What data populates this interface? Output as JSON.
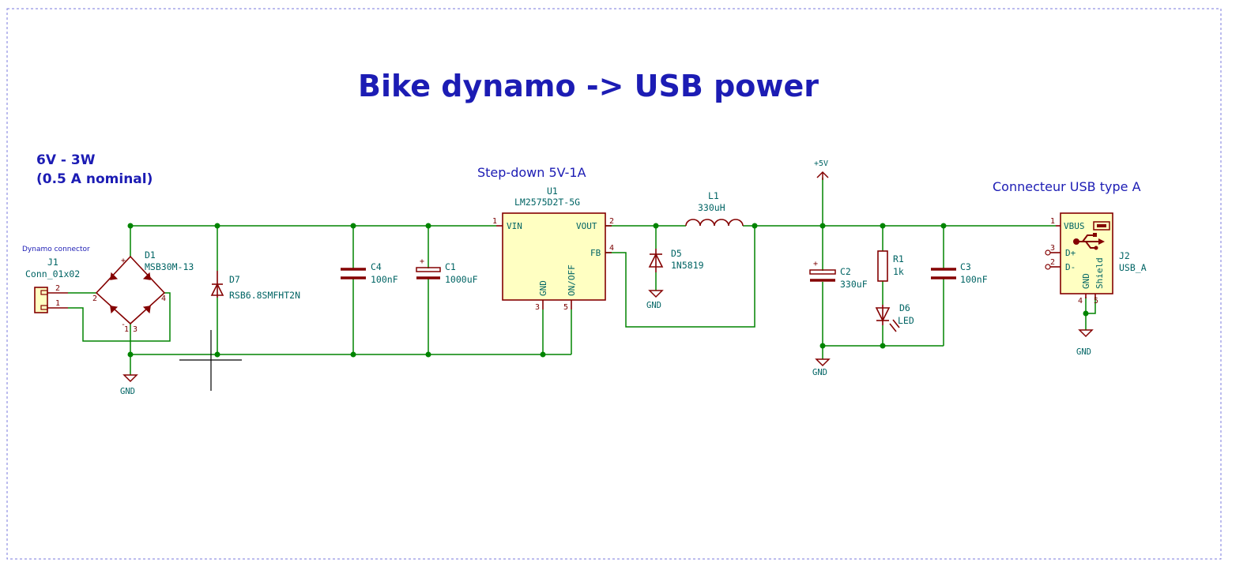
{
  "title": "Bike dynamo -> USB power",
  "notes": {
    "power_line1": "6V - 3W",
    "power_line2": "(0.5 A nominal)",
    "dynamo_connector": "Dynamo connector",
    "step_down": "Step-down 5V-1A",
    "usb_connector": "Connecteur USB type A"
  },
  "components": {
    "J1": {
      "ref": "J1",
      "value": "Conn_01x02",
      "pins": [
        "2",
        "1"
      ]
    },
    "D1": {
      "ref": "D1",
      "value": "MSB30M-13",
      "pins": [
        "2",
        "4",
        "1",
        "3"
      ],
      "plus": "+",
      "minus": "-"
    },
    "D7": {
      "ref": "D7",
      "value": "RSB6.8SMFHT2N"
    },
    "C4": {
      "ref": "C4",
      "value": "100nF"
    },
    "C1": {
      "ref": "C1",
      "value": "1000uF",
      "plus": "+"
    },
    "U1": {
      "ref": "U1",
      "value": "LM2575D2T-5G",
      "pin_names": {
        "vin": "VIN",
        "vout": "VOUT",
        "fb": "FB",
        "gnd": "GND",
        "onoff": "ON/OFF"
      },
      "pins": {
        "vin": "1",
        "vout": "2",
        "gnd": "3",
        "fb": "4",
        "onoff": "5"
      }
    },
    "L1": {
      "ref": "L1",
      "value": "330uH"
    },
    "D5": {
      "ref": "D5",
      "value": "1N5819"
    },
    "C2": {
      "ref": "C2",
      "value": "330uF",
      "plus": "+"
    },
    "R1": {
      "ref": "R1",
      "value": "1k"
    },
    "D6": {
      "ref": "D6",
      "value": "LED"
    },
    "C3": {
      "ref": "C3",
      "value": "100nF"
    },
    "J2": {
      "ref": "J2",
      "value": "USB_A",
      "pin_names": {
        "vbus": "VBUS",
        "dplus": "D+",
        "dminus": "D-",
        "gnd": "GND",
        "shield": "Shield"
      },
      "pins": {
        "vbus": "1",
        "dplus": "3",
        "dminus": "2",
        "gnd": "4",
        "shield": "5"
      }
    }
  },
  "power_symbols": {
    "plus5v": "+5V",
    "gnd": "GND"
  },
  "colors": {
    "wire": "#008400",
    "component_body": "#840000",
    "component_fill": "#ffffc2",
    "reference_text": "#006464",
    "annotation_text": "#1c1cb4",
    "pin_number": "#7a0000",
    "frame": "#7a7adc"
  }
}
